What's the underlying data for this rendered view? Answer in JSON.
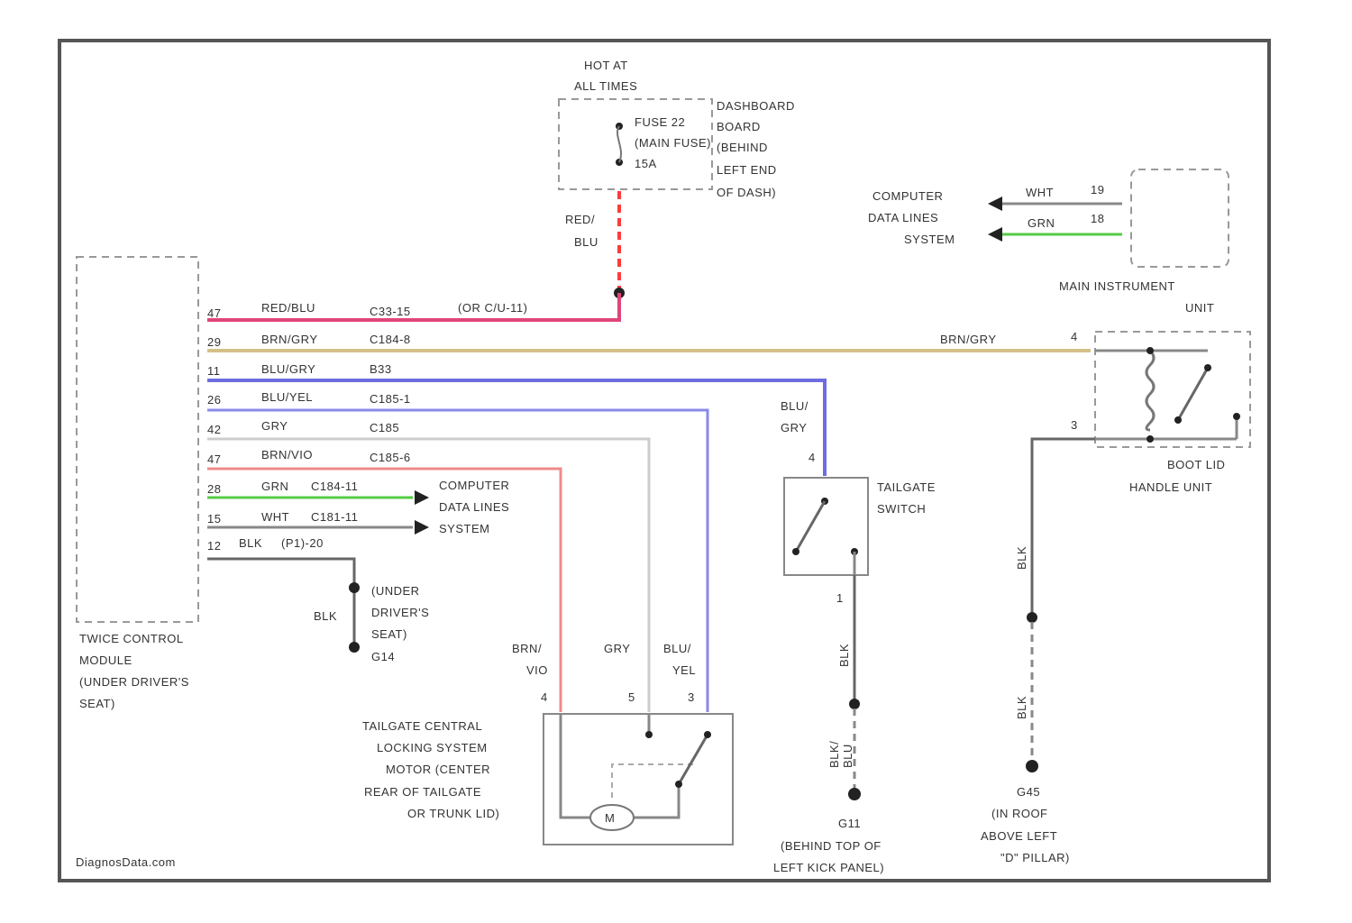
{
  "colors": {
    "red_blu": "#e0457a",
    "red_blu_dashed": "#ff3b3b",
    "brn_gry": "#d4c08a",
    "blu_gry": "#6d6de0",
    "blu_yel": "#8a8ae8",
    "gry": "#cccccc",
    "brn_vio": "#f08a8a",
    "grn": "#55cc44",
    "wht": "#dddddd",
    "blk": "#777777"
  },
  "hot_label": [
    "HOT AT",
    "ALL TIMES"
  ],
  "fuse": {
    "lines": [
      "FUSE 22",
      "(MAIN FUSE)",
      "15A"
    ],
    "location": [
      "DASHBOARD",
      "BOARD",
      "(BEHIND",
      "LEFT END",
      "OF DASH)"
    ]
  },
  "red_blu_vertical_label": [
    "RED/",
    "BLU"
  ],
  "computer_top": {
    "label": [
      "COMPUTER",
      "DATA LINES",
      "SYSTEM"
    ],
    "wire_wht": "WHT",
    "wire_grn": "GRN",
    "pin_wht": "19",
    "pin_grn": "18"
  },
  "main_instrument_label": [
    "MAIN INSTRUMENT",
    "UNIT"
  ],
  "module_label": [
    "TWICE CONTROL",
    "MODULE",
    "(UNDER DRIVER'S",
    "SEAT)"
  ],
  "module_pins": [
    {
      "pin": "47",
      "wire": "RED/BLU",
      "conn": "C33-15",
      "extra": "(OR C/U-11)"
    },
    {
      "pin": "29",
      "wire": "BRN/GRY",
      "conn": "C184-8",
      "extra": ""
    },
    {
      "pin": "11",
      "wire": "BLU/GRY",
      "conn": "B33",
      "extra": ""
    },
    {
      "pin": "26",
      "wire": "BLU/YEL",
      "conn": "C185-1",
      "extra": ""
    },
    {
      "pin": "42",
      "wire": "GRY",
      "conn": "C185",
      "extra": ""
    },
    {
      "pin": "47",
      "wire": "BRN/VIO",
      "conn": "C185-6",
      "extra": ""
    },
    {
      "pin": "28",
      "wire": "GRN",
      "conn": "C184-11",
      "extra": ""
    },
    {
      "pin": "15",
      "wire": "WHT",
      "conn": "C181-11",
      "extra": ""
    },
    {
      "pin": "12",
      "wire": "BLK",
      "conn": "(P1)-20",
      "extra": ""
    }
  ],
  "computer_mid_label": [
    "COMPUTER",
    "DATA LINES",
    "SYSTEM"
  ],
  "ground_seat": {
    "wire": "BLK",
    "label": [
      "(UNDER",
      "DRIVER'S",
      "SEAT)",
      "G14"
    ]
  },
  "brn_gry_right_label": "BRN/GRY",
  "bootlid": {
    "label": [
      "BOOT LID",
      "HANDLE UNIT"
    ],
    "pin_top": "4",
    "pin_bottom": "3"
  },
  "tailgate_switch": {
    "label": [
      "TAILGATE",
      "SWITCH"
    ],
    "wire": [
      "BLU/",
      "GRY"
    ],
    "pin_top": "4",
    "pin_bottom": "1"
  },
  "motor": {
    "label": [
      "TAILGATE CENTRAL",
      "LOCKING SYSTEM",
      "MOTOR (CENTER",
      "REAR OF TAILGATE",
      "OR TRUNK LID)"
    ],
    "symbol": "M",
    "wires": [
      "BRN/",
      "VIO",
      "GRY",
      "BLU/",
      "YEL"
    ],
    "pins": [
      "4",
      "5",
      "3"
    ]
  },
  "ground_g11": {
    "upper_wire": "BLK",
    "lower_wire": [
      "BLK/",
      "BLU"
    ],
    "label": [
      "G11",
      "(BEHIND TOP OF",
      "LEFT KICK PANEL)"
    ]
  },
  "ground_g45": {
    "upper_wire": "BLK",
    "lower_wire": "BLK",
    "label": [
      "G45",
      "(IN ROOF",
      "ABOVE LEFT",
      "\"D\" PILLAR)"
    ]
  },
  "watermark": "DiagnosData.com"
}
